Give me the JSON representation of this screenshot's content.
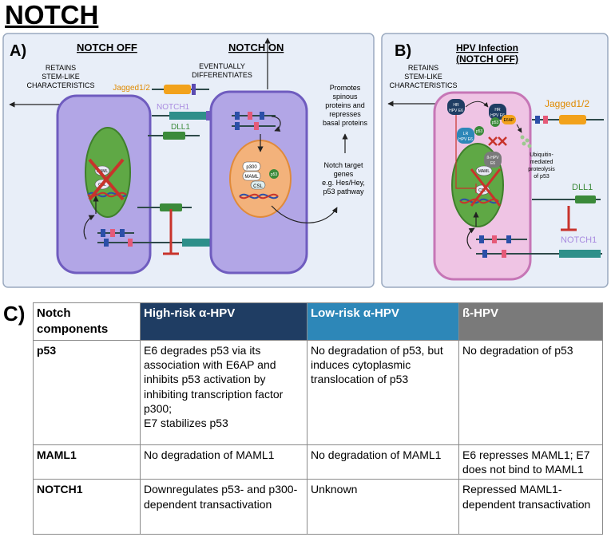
{
  "title": "NOTCH",
  "panelA": {
    "label": "A)",
    "off_title": "NOTCH OFF",
    "on_title": "NOTCH ON",
    "retains": [
      "RETAINS",
      "STEM-LIKE",
      "CHARACTERISTICS"
    ],
    "eventually": [
      "EVENTUALLY",
      "DIFFERENTIATES"
    ],
    "jagged": "Jagged1/2",
    "notch1": "NOTCH1",
    "dll1": "DLL1",
    "promotes": [
      "Promotes",
      "spinous",
      "proteins and",
      "represses",
      "basal proteins"
    ],
    "target": [
      "Notch target",
      "genes",
      "e.g. Hes/Hey,",
      "p53 pathway"
    ],
    "maml": "MAML",
    "csl": "CSL",
    "p300": "p300",
    "p53": "p53"
  },
  "panelB": {
    "label": "B)",
    "title_line1": "HPV Infection",
    "title_line2": "(NOTCH OFF)",
    "retains": [
      "RETAINS",
      "STEM-LIKE",
      "CHARACTERISTICS"
    ],
    "jagged": "Jagged1/2",
    "dll1": "DLL1",
    "notch1": "NOTCH1",
    "hr_e6": [
      "HR",
      "HPV E6"
    ],
    "hr_e7": [
      "HR",
      "HPV E6"
    ],
    "lr_e6": [
      "LR",
      "HPV E6"
    ],
    "beta_e6": [
      "ß-HPV",
      "E6"
    ],
    "p53": "p53",
    "e6ap": "E6AP",
    "ubiq": [
      "Ubiquitin-",
      "mediated",
      "proteolysis",
      "of p53"
    ],
    "maml": "MAML",
    "csl": "CSL"
  },
  "panelC": {
    "label": "C)",
    "headers": [
      "Notch components",
      "High-risk α-HPV",
      "Low-risk α-HPV",
      "ß-HPV"
    ],
    "rows": [
      {
        "name": "p53",
        "high": "E6 degrades p53 via its association with E6AP and inhibits p53 activation by inhibiting transcription factor p300;\nE7 stabilizes p53",
        "low": "No degradation of p53, but induces cytoplasmic translocation of p53",
        "beta": "No degradation of p53"
      },
      {
        "name": "MAML1",
        "high": "No degradation of MAML1",
        "low": "No degradation of MAML1",
        "beta": "E6 represses MAML1; E7 does not bind to MAML1"
      },
      {
        "name": "NOTCH1",
        "high": "Downregulates p53- and p300- dependent transactivation",
        "low": "Unknown",
        "beta": "Repressed MAML1-dependent transactivation"
      }
    ]
  },
  "colors": {
    "panel_bg": "#e8eef8",
    "panel_border": "#9aa9bf",
    "cell_purple": "#b2a6e6",
    "cell_purple_border": "#6f5cbf",
    "cell_pink": "#efc4e4",
    "cell_pink_border": "#c676b6",
    "nucleus_green": "#5fa845",
    "nucleus_orange": "#f3b27b",
    "jagged_orange": "#f2a21c",
    "dll_green": "#3b8a3a",
    "receptor_teal": "#2e8f8a",
    "inhibit_red": "#c8332b",
    "high_risk": "#1f3d63",
    "low_risk": "#2d87b8",
    "beta": "#7a7a7a"
  }
}
